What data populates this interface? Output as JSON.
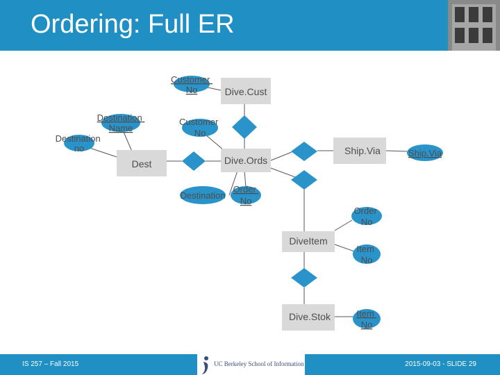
{
  "slide": {
    "title": "Ordering: Full ER",
    "footer_left": "IS 257 – Fall 2015",
    "footer_right": "2015-09-03 - SLIDE 29",
    "logo_text": "UC Berkeley School of Information"
  },
  "colors": {
    "header": "#1f8fc4",
    "entity": "#d9d9d9",
    "relationship": "#2a93c9",
    "attribute": "#2a93c9",
    "line": "#555555"
  },
  "entities": {
    "dive_cust": "Dive.Cust",
    "dest": "Dest",
    "dive_ords": "Dive.Ords",
    "ship_via_entity": "Ship.Via",
    "dive_item": "DiveItem",
    "dive_stok": "Dive.Stok"
  },
  "attributes": {
    "customer_no_top": [
      "Customer",
      "No"
    ],
    "destination_name": [
      "Destination",
      "Name"
    ],
    "destination_no": [
      "Destination",
      "no"
    ],
    "customer_no_fk": [
      "Customer",
      "No"
    ],
    "destination_fk": "Destination",
    "order_no_ords": [
      "Order",
      "No"
    ],
    "ship_via_attr": "Ship.Via",
    "order_no_item": [
      "Order",
      "No"
    ],
    "item_no_item": [
      "Item",
      "No"
    ],
    "item_no_stok": [
      "Item",
      "No"
    ]
  }
}
